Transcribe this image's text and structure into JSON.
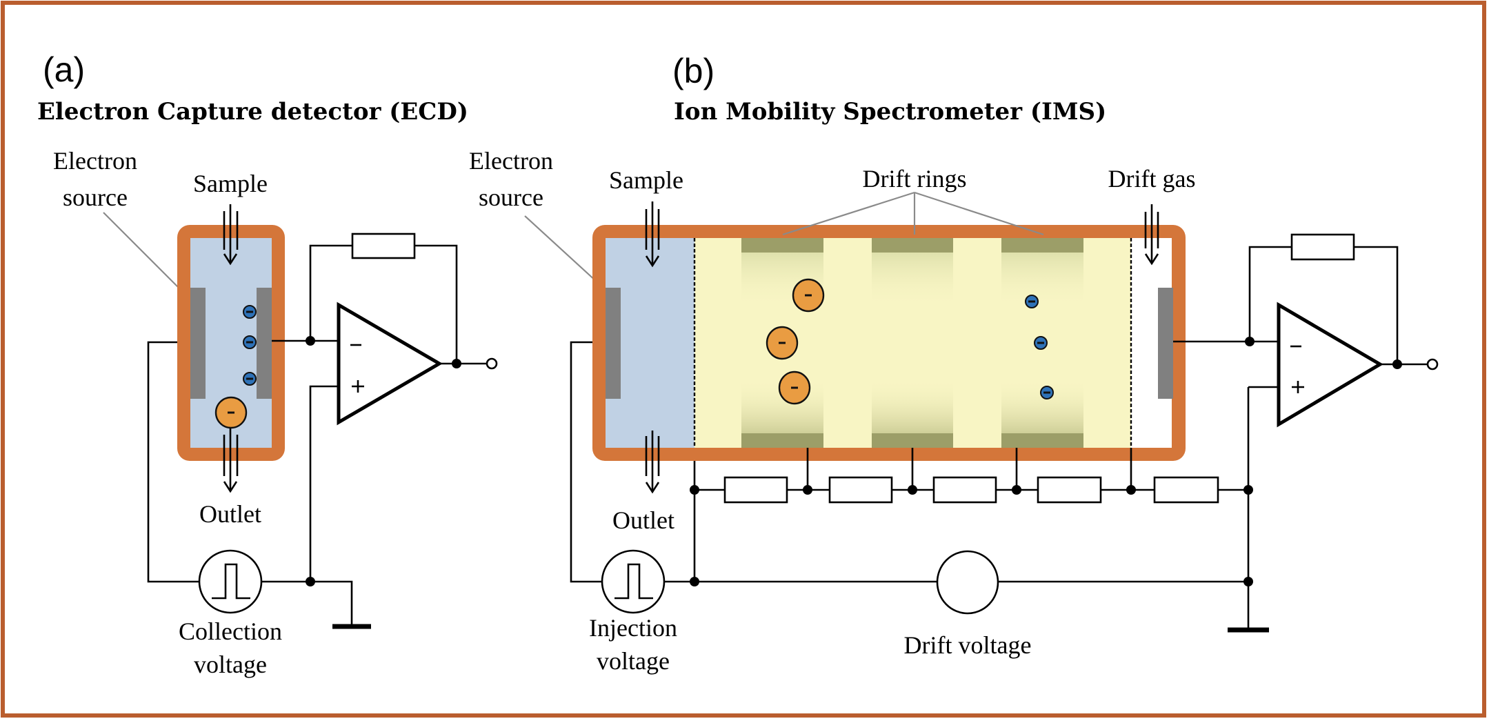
{
  "figure": {
    "panel_a": {
      "letter": "(a)",
      "title": "Electron Capture detector (ECD)",
      "labels": {
        "electron_source_line1": "Electron",
        "electron_source_line2": "source",
        "sample": "Sample",
        "outlet": "Outlet",
        "collection_voltage_line1": "Collection",
        "collection_voltage_line2": "voltage"
      },
      "opamp_inputs": {
        "inverting": "−",
        "non_inverting": "+"
      },
      "particles": {
        "electrons": 3,
        "ions": 1,
        "charge_symbol": "-"
      }
    },
    "panel_b": {
      "letter": "(b)",
      "title": "Ion Mobility Spectrometer (IMS)",
      "labels": {
        "electron_source_line1": "Electron",
        "electron_source_line2": "source",
        "sample": "Sample",
        "drift_rings": "Drift rings",
        "drift_gas": "Drift gas",
        "outlet": "Outlet",
        "injection_voltage_line1": "Injection",
        "injection_voltage_line2": "voltage",
        "drift_voltage": "Drift voltage"
      },
      "opamp_inputs": {
        "inverting": "−",
        "non_inverting": "+"
      },
      "drift_ring_count": 3,
      "resistor_chain_count": 5,
      "particles": {
        "electrons": 3,
        "ions": 3,
        "charge_symbol": "-"
      }
    },
    "colors": {
      "frame": "#BA5E2E",
      "housing": "#D4763A",
      "ionization_region": "#C0D1E4",
      "drift_region": "#F8F5C4",
      "drift_ring": "#9C9E68",
      "electrode": "#808080",
      "ion": "#E99C42",
      "electron": "#2E72B8"
    }
  }
}
